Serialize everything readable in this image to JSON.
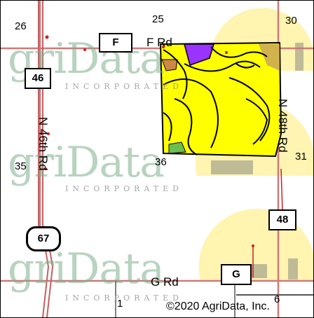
{
  "watermark": {
    "brand": "griData",
    "tagline": "INCORPORATED"
  },
  "sections": {
    "s26": "26",
    "s25": "25",
    "s30": "30",
    "s35": "35",
    "s36": "36",
    "s31": "31",
    "s1": "1",
    "s6": "6"
  },
  "roads": {
    "f_rd": "F Rd",
    "g_rd": "G Rd",
    "n46": "N 46th Rd",
    "n48": "N 48th Rd"
  },
  "shields": {
    "f": "F",
    "g": "G",
    "r46": "46",
    "r48": "48",
    "r67": "67"
  },
  "colors": {
    "field_yellow": "#ffff00",
    "contour": "#000000",
    "purple_zone": "#9933ff",
    "pink_road": "#c87878",
    "sun_yellow": "#fff2a0"
  },
  "copyright": "©2020 AgriData, Inc."
}
